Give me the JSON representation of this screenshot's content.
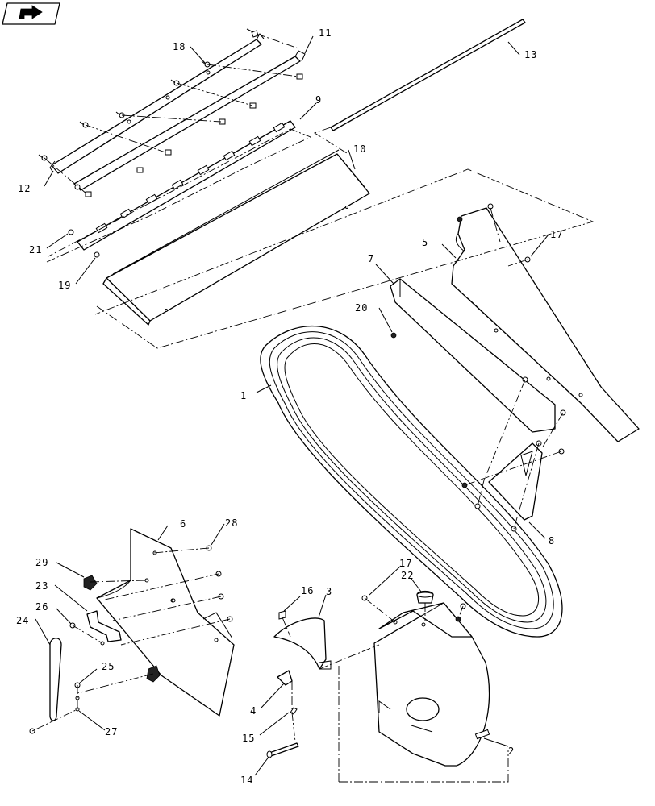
{
  "diagram": {
    "nav_icon": "arrow-folder-icon",
    "callouts": [
      {
        "id": "c1",
        "label": "1"
      },
      {
        "id": "c2",
        "label": "2"
      },
      {
        "id": "c3",
        "label": "3"
      },
      {
        "id": "c4",
        "label": "4"
      },
      {
        "id": "c5",
        "label": "5"
      },
      {
        "id": "c6",
        "label": "6"
      },
      {
        "id": "c7",
        "label": "7"
      },
      {
        "id": "c8",
        "label": "8"
      },
      {
        "id": "c9",
        "label": "9"
      },
      {
        "id": "c10",
        "label": "10"
      },
      {
        "id": "c11",
        "label": "11"
      },
      {
        "id": "c12",
        "label": "12"
      },
      {
        "id": "c13",
        "label": "13"
      },
      {
        "id": "c14",
        "label": "14"
      },
      {
        "id": "c15",
        "label": "15"
      },
      {
        "id": "c16",
        "label": "16"
      },
      {
        "id": "c17a",
        "label": "17"
      },
      {
        "id": "c17b",
        "label": "17"
      },
      {
        "id": "c18",
        "label": "18"
      },
      {
        "id": "c19",
        "label": "19"
      },
      {
        "id": "c20",
        "label": "20"
      },
      {
        "id": "c21",
        "label": "21"
      },
      {
        "id": "c22",
        "label": "22"
      },
      {
        "id": "c23",
        "label": "23"
      },
      {
        "id": "c24",
        "label": "24"
      },
      {
        "id": "c25",
        "label": "25"
      },
      {
        "id": "c26",
        "label": "26"
      },
      {
        "id": "c27",
        "label": "27"
      },
      {
        "id": "c28",
        "label": "28"
      },
      {
        "id": "c29",
        "label": "29"
      }
    ]
  }
}
